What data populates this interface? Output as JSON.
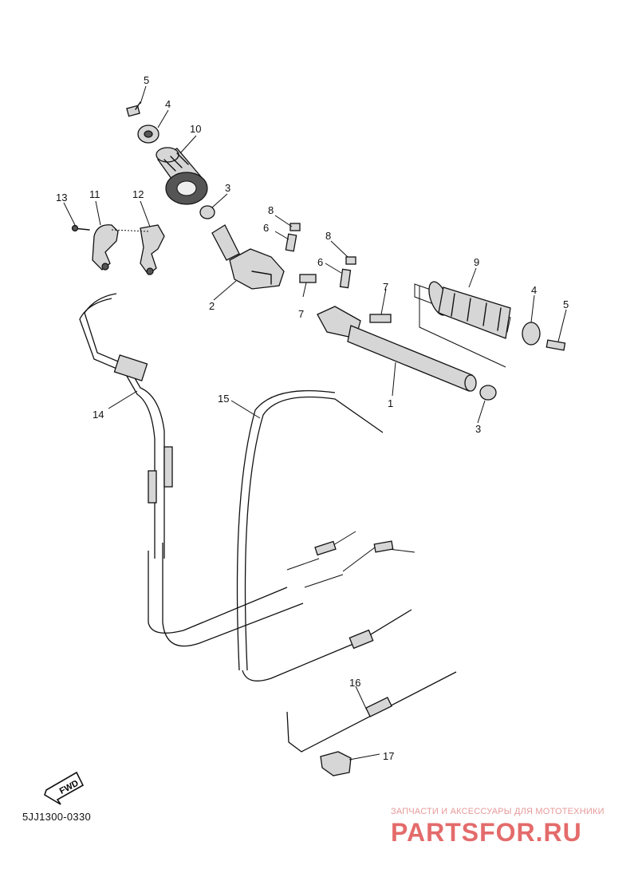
{
  "diagram": {
    "callouts": [
      "1",
      "2",
      "3",
      "3",
      "4",
      "4",
      "5",
      "5",
      "6",
      "6",
      "7",
      "7",
      "8",
      "8",
      "9",
      "10",
      "11",
      "12",
      "13",
      "14",
      "15",
      "16",
      "17"
    ],
    "direction_label": "FWD",
    "drawing_code": "5JJ1300-0330"
  },
  "watermark": {
    "tagline": "ЗАПЧАСТИ И АКСЕССУАРЫ ДЛЯ МОТОТЕХНИКИ",
    "brand": "PARTSFOR.RU",
    "color": "#e46b6b"
  }
}
